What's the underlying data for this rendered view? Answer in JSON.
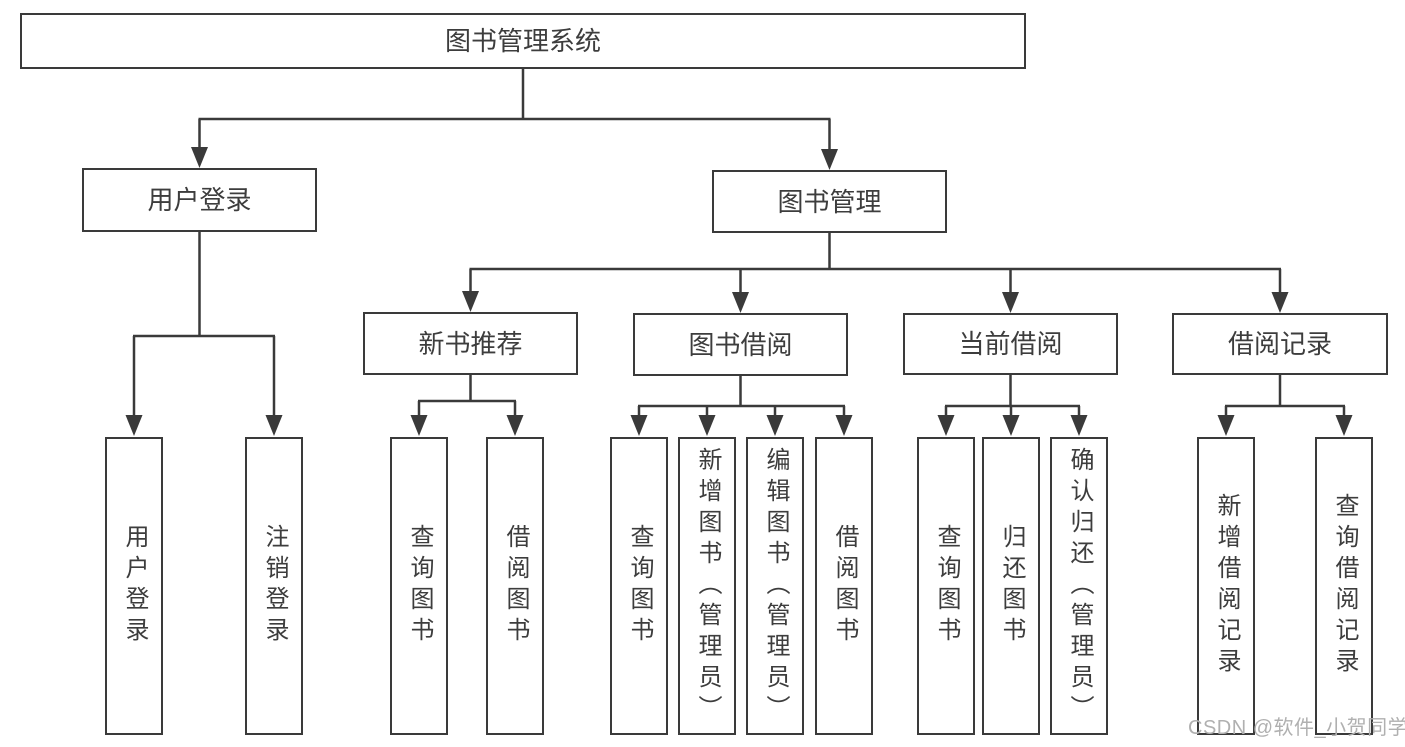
{
  "colors": {
    "line": "#3a3a3a",
    "text": "#3d3d3d",
    "watermark": "#b0b0b0"
  },
  "watermark": {
    "text": "CSDN @软件_小贺同学"
  },
  "diagram": {
    "type": "hierarchy-tree",
    "root": {
      "label": "图书管理系统"
    },
    "branches": [
      {
        "label": "用户登录",
        "children": [
          {
            "label": "用户登录"
          },
          {
            "label": "注销登录"
          }
        ]
      },
      {
        "label": "图书管理",
        "children": [
          {
            "label": "新书推荐",
            "children": [
              {
                "label": "查询图书"
              },
              {
                "label": "借阅图书"
              }
            ]
          },
          {
            "label": "图书借阅",
            "children": [
              {
                "label": "查询图书"
              },
              {
                "label": "新增图书（管理员）"
              },
              {
                "label": "编辑图书（管理员）"
              },
              {
                "label": "借阅图书"
              }
            ]
          },
          {
            "label": "当前借阅",
            "children": [
              {
                "label": "查询图书"
              },
              {
                "label": "归还图书"
              },
              {
                "label": "确认归还（管理员）"
              }
            ]
          },
          {
            "label": "借阅记录",
            "children": [
              {
                "label": "新增借阅记录"
              },
              {
                "label": "查询借阅记录"
              }
            ]
          }
        ]
      }
    ]
  }
}
